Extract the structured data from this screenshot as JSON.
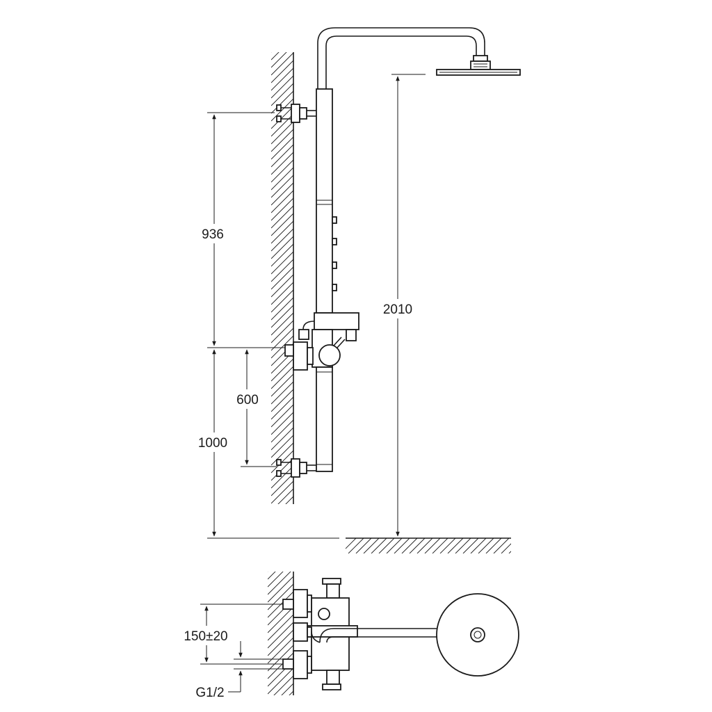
{
  "dimensions": {
    "upper_bracket_spacing": "936",
    "lower_bracket_spacing": "600",
    "lower_height": "1000",
    "total_height": "2010",
    "inlet_spacing": "150±20",
    "thread": "G1/2"
  }
}
